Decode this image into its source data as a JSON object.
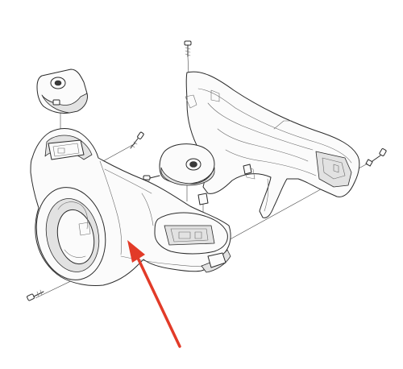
{
  "diagram": {
    "kind": "exploded-view",
    "colors": {
      "line": "#2a2a2a",
      "light_line": "#6a6a6a",
      "fill": "#fbfbfb",
      "shade": "#e2e2e2",
      "arrow": "#e23b28"
    },
    "parts": [
      "handlebar-front-cover",
      "handlebar-rear-cover",
      "left-switch-cap",
      "right-switch-cap",
      "mounting-screw",
      "clip"
    ],
    "annotation": {
      "type": "arrow",
      "color": "#e23b28"
    }
  }
}
